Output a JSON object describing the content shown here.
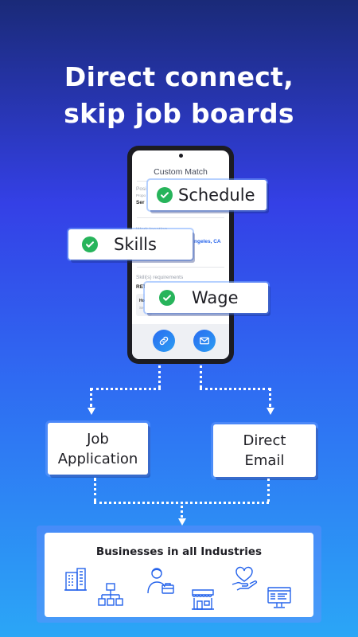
{
  "headline": {
    "line1": "Direct connect,",
    "line2": "skip job boards"
  },
  "phone_screen": {
    "title": "Custom Match",
    "position_label": "Posi",
    "position_sub": "Propo",
    "position_value": "Ser",
    "work_location_label": "Work location",
    "work_location_value": "ngeles, CA",
    "skills_label": "Skill(s) requirements",
    "skills_value": "RET",
    "item_title": "Ho",
    "item_sub": "Se"
  },
  "badges": {
    "schedule": "Schedule",
    "skills": "Skills",
    "wage": "Wage"
  },
  "options": {
    "job_application_line1": "Job",
    "job_application_line2": "Application",
    "direct_email_line1": "Direct",
    "direct_email_line2": "Email"
  },
  "businesses": {
    "title": "Businesses in all Industries",
    "icons": [
      "office-building-icon",
      "org-chart-icon",
      "worker-with-briefcase-icon",
      "storefront-icon",
      "heart-in-hand-icon",
      "monitor-dashboard-icon"
    ]
  },
  "colors": {
    "check_green": "#27b45b",
    "button_blue": "#2a6cf0",
    "icon_blue": "#2563eb"
  }
}
